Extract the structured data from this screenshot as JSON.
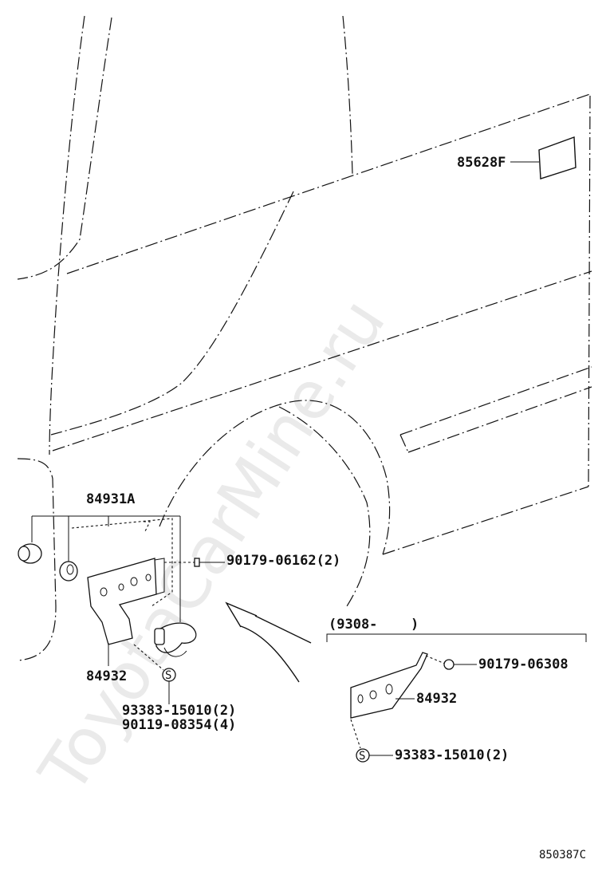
{
  "diagram": {
    "watermark": "ToyotaCarMine.ru",
    "figure_code": "850387C",
    "callouts": {
      "emblem": "85628F",
      "lamp_assy": "84931A",
      "bolt_upper": "90179-06162(2)",
      "bracket_left": "84932",
      "screw_left": "93383-15010(2)",
      "screw_left_2": "90119-08354(4)",
      "range_label": "(9308-",
      "range_close": ")",
      "nut_right": "90179-06308",
      "bracket_right": "84932",
      "screw_right": "93383-15010(2)",
      "screw_symbol": "S"
    }
  }
}
